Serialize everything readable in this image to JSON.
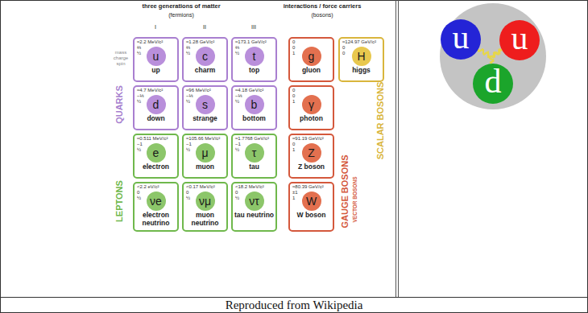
{
  "diagram": {
    "caption": "Reproduced from Wikipedia",
    "nodes": [
      {
        "text": [
          "≈2.2 MeV/c²",
          "⅔",
          "½",
          "u",
          "up"
        ]
      },
      {
        "text": [
          "≈1.28 GeV/c²",
          "⅔",
          "½",
          "c",
          "charm"
        ]
      },
      {
        "text": [
          "≈173.1 GeV/c²",
          "⅔",
          "½",
          "t",
          "top"
        ]
      },
      {
        "text": [
          "0",
          "0",
          "1",
          "g",
          "gluon"
        ]
      },
      {
        "text": [
          "≈124.97 GeV/c²",
          "0",
          "0",
          "H",
          "higgs"
        ]
      },
      {
        "text": [
          "≈4.7 MeV/c²",
          "−⅓",
          "½",
          "d",
          "down"
        ]
      },
      {
        "text": [
          "≈96 MeV/c²",
          "−⅓",
          "½",
          "s",
          "strange"
        ]
      },
      {
        "text": [
          "≈4.18 GeV/c²",
          "−⅓",
          "½",
          "b",
          "bottom"
        ]
      },
      {
        "text": [
          "0",
          "0",
          "1",
          "γ",
          "photon"
        ]
      },
      {
        "text": [
          "≈0.511 MeV/c²",
          "−1",
          "½",
          "e",
          "electron"
        ]
      },
      {
        "text": [
          "≈105.66 MeV/c²",
          "−1",
          "½",
          "μ",
          "muon"
        ]
      },
      {
        "text": [
          "≈1.7768 GeV/c²",
          "−1",
          "½",
          "τ",
          "tau"
        ]
      },
      {
        "text": [
          "≈91.19 GeV/c²",
          "0",
          "1",
          "Z",
          "Z boson"
        ]
      },
      {
        "text": [
          "<2.2 eV/c²",
          "0",
          "½",
          "νe",
          "electron neutrino"
        ]
      },
      {
        "text": [
          "<0.17 MeV/c²",
          "0",
          "½",
          "νμ",
          "muon neutrino"
        ]
      },
      {
        "text": [
          "<18.2 MeV/c²",
          "0",
          "½",
          "ντ",
          "tau neutrino"
        ]
      },
      {
        "text": [
          "≈80.39 GeV/c²",
          "±1",
          "1",
          "W",
          "W boson"
        ]
      },
      {
        "text": [
          "u"
        ]
      },
      {
        "text": [
          "u"
        ]
      },
      {
        "text": [
          "d"
        ]
      }
    ],
    "edges": [
      {
        "from": 17,
        "to": 18,
        "arrow": "none"
      },
      {
        "from": 17,
        "to": 19,
        "arrow": "none"
      },
      {
        "from": 18,
        "to": 19,
        "arrow": "none"
      }
    ],
    "labels": [
      "three generations of matter",
      "(fermions)",
      "I",
      "II",
      "III",
      "interactions / force carriers",
      "(bosons)",
      "mass",
      "charge",
      "spin",
      "QUARKS",
      "LEPTONS",
      "GAUGE BOSONS",
      "VECTOR BOSONS",
      "SCALAR BOSONS"
    ]
  }
}
